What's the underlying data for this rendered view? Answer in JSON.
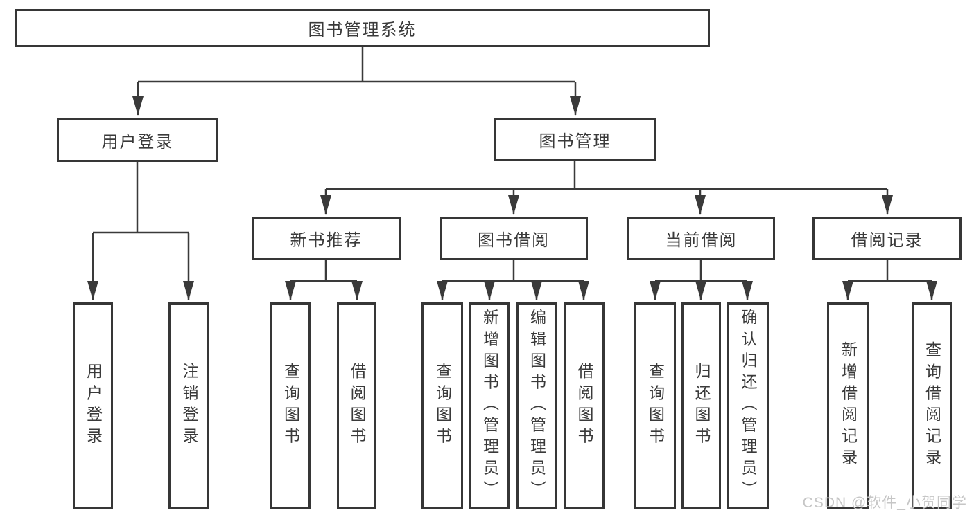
{
  "diagram": {
    "type": "tree",
    "root": {
      "label": "图书管理系统"
    },
    "level2": [
      {
        "id": "user-login",
        "label": "用户登录"
      },
      {
        "id": "book-management",
        "label": "图书管理"
      }
    ],
    "level3": [
      {
        "id": "new-book-recommend",
        "parent": "图书管理",
        "label": "新书推荐"
      },
      {
        "id": "book-borrowing",
        "parent": "图书管理",
        "label": "图书借阅"
      },
      {
        "id": "current-borrowing",
        "parent": "图书管理",
        "label": "当前借阅"
      },
      {
        "id": "borrowing-records",
        "parent": "图书管理",
        "label": "借阅记录"
      }
    ],
    "leaves": [
      {
        "parent": "用户登录",
        "label": "用户登录"
      },
      {
        "parent": "用户登录",
        "label": "注销登录"
      },
      {
        "parent": "新书推荐",
        "label": "查询图书"
      },
      {
        "parent": "新书推荐",
        "label": "借阅图书"
      },
      {
        "parent": "图书借阅",
        "label": "查询图书"
      },
      {
        "parent": "图书借阅",
        "label": "新增图书（管理员）"
      },
      {
        "parent": "图书借阅",
        "label": "编辑图书（管理员）"
      },
      {
        "parent": "图书借阅",
        "label": "借阅图书"
      },
      {
        "parent": "当前借阅",
        "label": "查询图书"
      },
      {
        "parent": "当前借阅",
        "label": "归还图书"
      },
      {
        "parent": "当前借阅",
        "label": "确认归还（管理员）"
      },
      {
        "parent": "借阅记录",
        "label": "新增借阅记录"
      },
      {
        "parent": "借阅记录",
        "label": "查询借阅记录"
      }
    ],
    "watermark": "CSDN @软件_小贺同学",
    "colors": {
      "line": "#3a3a3a",
      "box_border": "#363636",
      "text": "#3a3a3a",
      "background": "#ffffff",
      "watermark": "#c6c6c6"
    }
  }
}
